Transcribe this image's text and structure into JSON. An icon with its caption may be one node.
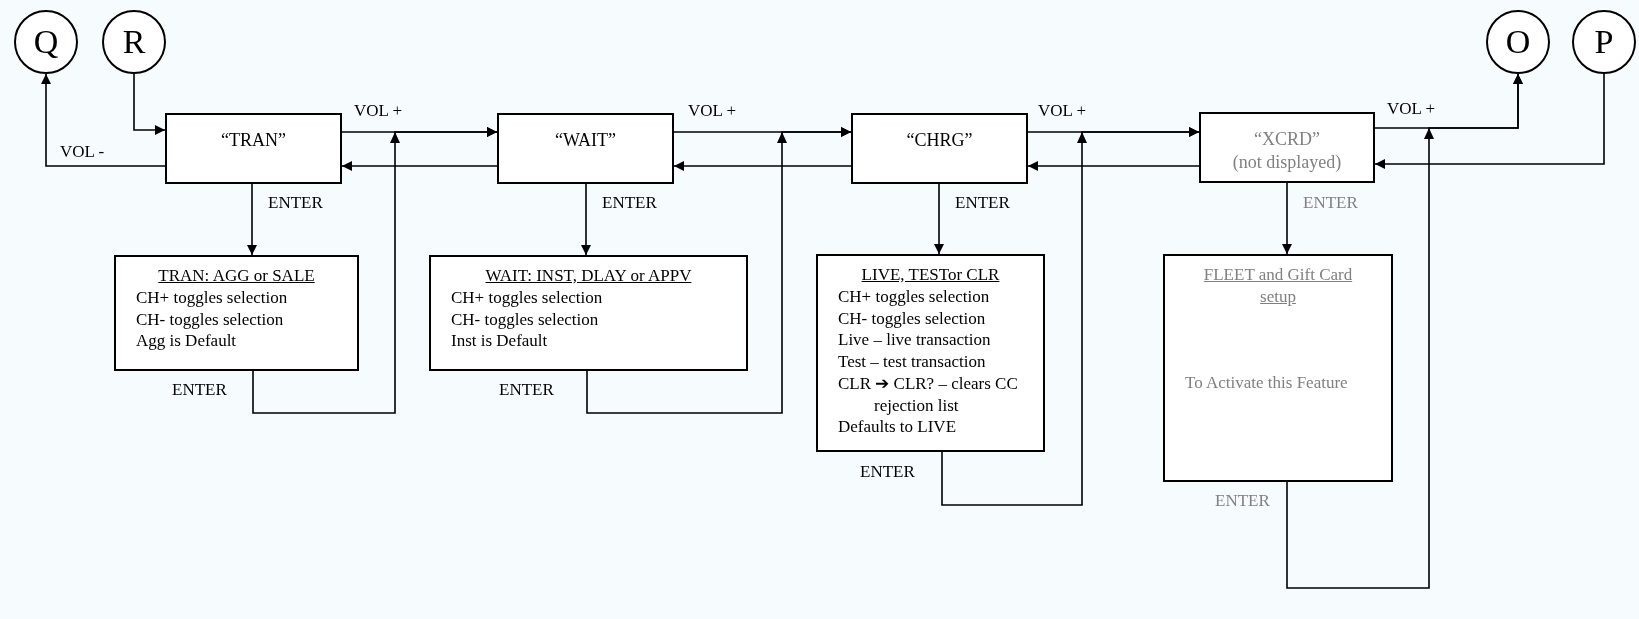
{
  "diagram": {
    "nodes": [
      {
        "text": [
          "Q"
        ]
      },
      {
        "text": [
          "R"
        ]
      },
      {
        "text": [
          "O"
        ]
      },
      {
        "text": [
          "P"
        ]
      },
      {
        "text": [
          "“TRAN”"
        ]
      },
      {
        "text": [
          "“WAIT”"
        ]
      },
      {
        "text": [
          "“CHRG”"
        ]
      },
      {
        "text": [
          "“XCRD”",
          "(not displayed)"
        ]
      },
      {
        "text": [
          "TRAN: AGG or SALE",
          "CH+ toggles selection",
          "CH- toggles selection",
          "Agg is Default"
        ]
      },
      {
        "text": [
          "WAIT: INST, DLAY or APPV",
          "CH+ toggles selection",
          "CH- toggles selection",
          "Inst is Default"
        ]
      },
      {
        "text": [
          "LIVE, TESTor CLR",
          "CH+ toggles selection",
          "CH- toggles selection",
          "Live – live transaction",
          "Test – test transaction",
          "CLR ➔ CLR? – clears CC rejection list",
          "Defaults to LIVE"
        ]
      },
      {
        "text": [
          "FLEET and Gift Card setup",
          "To Activate this Feature"
        ]
      }
    ],
    "edges": [
      {
        "from": 4,
        "to": 0,
        "arrow": "to",
        "label": "VOL -"
      },
      {
        "from": 1,
        "to": 4,
        "arrow": "to"
      },
      {
        "from": 4,
        "to": 5,
        "arrow": "to",
        "label": "VOL +"
      },
      {
        "from": 5,
        "to": 4,
        "arrow": "to"
      },
      {
        "from": 5,
        "to": 6,
        "arrow": "to",
        "label": "VOL +"
      },
      {
        "from": 6,
        "to": 5,
        "arrow": "to"
      },
      {
        "from": 6,
        "to": 7,
        "arrow": "to",
        "label": "VOL +"
      },
      {
        "from": 7,
        "to": 6,
        "arrow": "to"
      },
      {
        "from": 7,
        "to": 2,
        "arrow": "to",
        "label": "VOL +"
      },
      {
        "from": 3,
        "to": 7,
        "arrow": "to"
      },
      {
        "from": 4,
        "to": 8,
        "arrow": "to",
        "label": "ENTER"
      },
      {
        "from": 5,
        "to": 9,
        "arrow": "to",
        "label": "ENTER"
      },
      {
        "from": 6,
        "to": 10,
        "arrow": "to",
        "label": "ENTER"
      },
      {
        "from": 7,
        "to": 11,
        "arrow": "to",
        "label": "ENTER"
      },
      {
        "from": 8,
        "to": 5,
        "arrow": "to",
        "label": "ENTER"
      },
      {
        "from": 9,
        "to": 6,
        "arrow": "to",
        "label": "ENTER"
      },
      {
        "from": 10,
        "to": 7,
        "arrow": "to",
        "label": "ENTER"
      },
      {
        "from": 11,
        "to": 2,
        "arrow": "to",
        "label": "ENTER"
      }
    ]
  }
}
